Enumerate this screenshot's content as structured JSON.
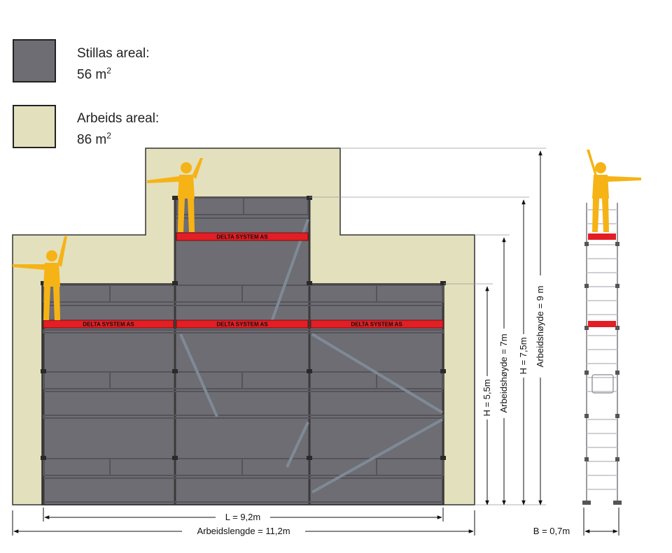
{
  "legend": {
    "scaffold": {
      "label": "Stillas areal:",
      "value": "56 m",
      "sup": "2",
      "color": "#6e6d74"
    },
    "work": {
      "label": "Arbeids areal:",
      "value": "86 m",
      "sup": "2",
      "color": "#e3e0bd"
    }
  },
  "banner": {
    "text": "DELTA SYSTEM AS",
    "color": "#e31e24"
  },
  "dimensions": {
    "length": "L = 9,2m",
    "work_length": "Arbeidslengde = 11,2m",
    "height_low": "H = 5,5m",
    "work_height_low": "Arbeidshøyde = 7m",
    "height_high": "H = 7,5m",
    "work_height_high": "Arbeidshøyde = 9 m",
    "width": "B = 0,7m"
  },
  "figure_color": "#f5b316"
}
